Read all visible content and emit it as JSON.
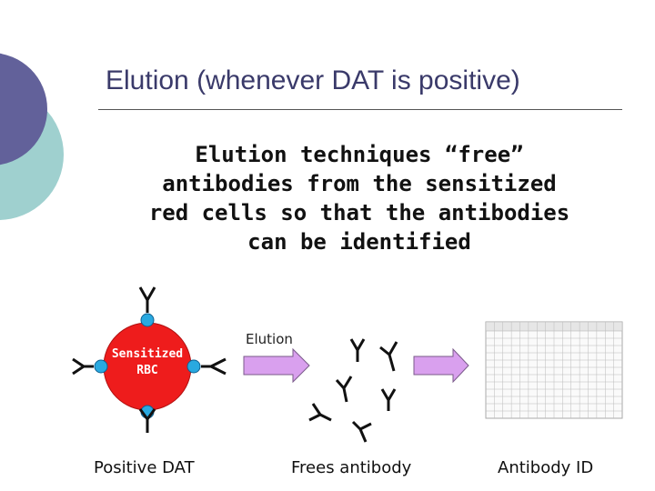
{
  "slide": {
    "title": "Elution (whenever DAT is positive)",
    "body_lines": [
      "Elution techniques “free”",
      "antibodies from the sensitized",
      "red cells so that the antibodies",
      "can be identified"
    ]
  },
  "diagram": {
    "rbc_label_line1": "Sensitized",
    "rbc_label_line2": "RBC",
    "process_label": "Elution",
    "captions": {
      "left": "Positive DAT",
      "middle": "Frees antibody",
      "right": "Antibody ID"
    }
  },
  "colors": {
    "deco_dark": "#62619a",
    "deco_teal": "#9fd0cf",
    "rbc_red": "#ee1c1c",
    "antigen_blue": "#29a9e0",
    "arrow_fill": "#d9a0ee",
    "title_color": "#3a3a6a"
  }
}
